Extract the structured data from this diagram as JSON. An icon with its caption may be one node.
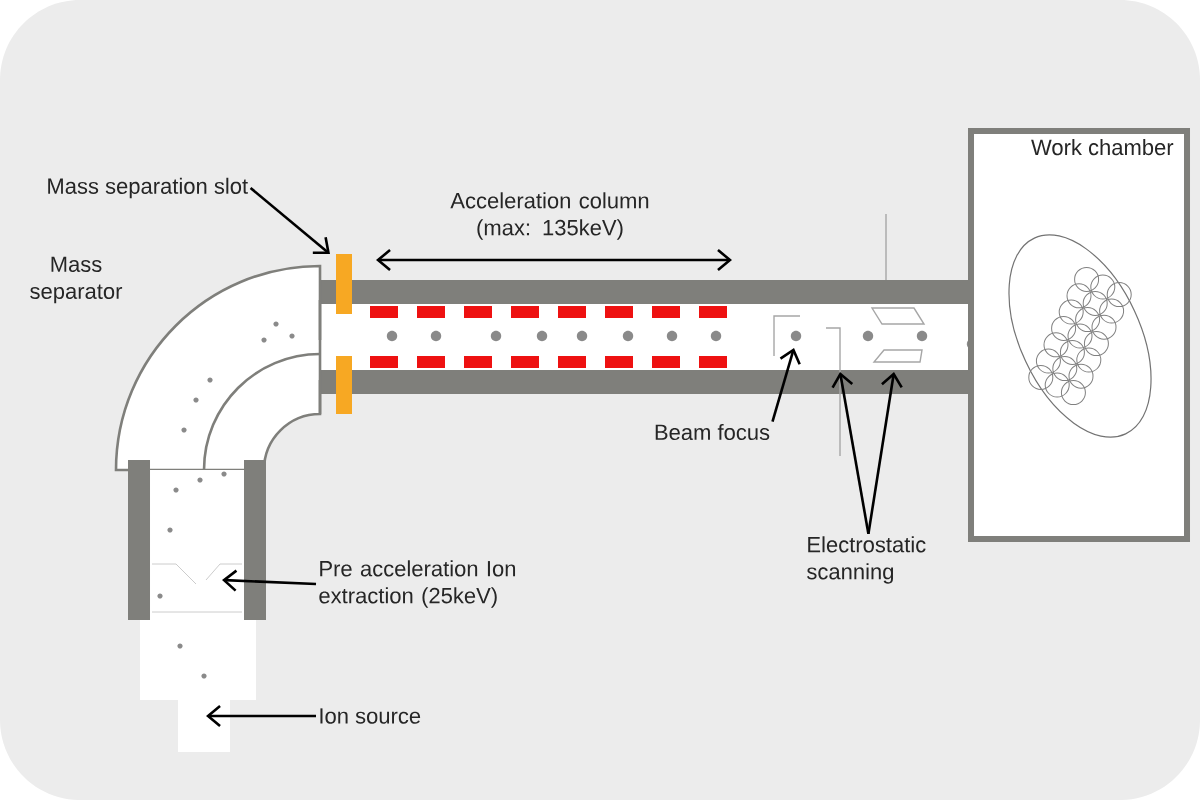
{
  "diagram": {
    "nodes": [
      {
        "text": [
          "Mass separation slot"
        ]
      },
      {
        "text": [
          "Work chamber"
        ]
      },
      {
        "text": [
          "Beam focus"
        ]
      },
      {
        "text": [
          "Electrostatic scanning"
        ]
      },
      {
        "text": [
          "Pre acceleration Ion extraction (25keV)"
        ]
      },
      {
        "text": [
          "Ion source"
        ]
      }
    ],
    "edges": [
      {
        "from": 0,
        "to": null,
        "arrow": "to"
      },
      {
        "from": 2,
        "to": null,
        "arrow": "to"
      },
      {
        "from": 3,
        "to": null,
        "arrow": "to"
      },
      {
        "from": 3,
        "to": null,
        "arrow": "to"
      },
      {
        "from": 4,
        "to": null,
        "arrow": "to"
      },
      {
        "from": 5,
        "to": null,
        "arrow": "to"
      }
    ],
    "labels": [
      "Mass separator",
      "Acceleration column (max: 135keV)"
    ]
  }
}
